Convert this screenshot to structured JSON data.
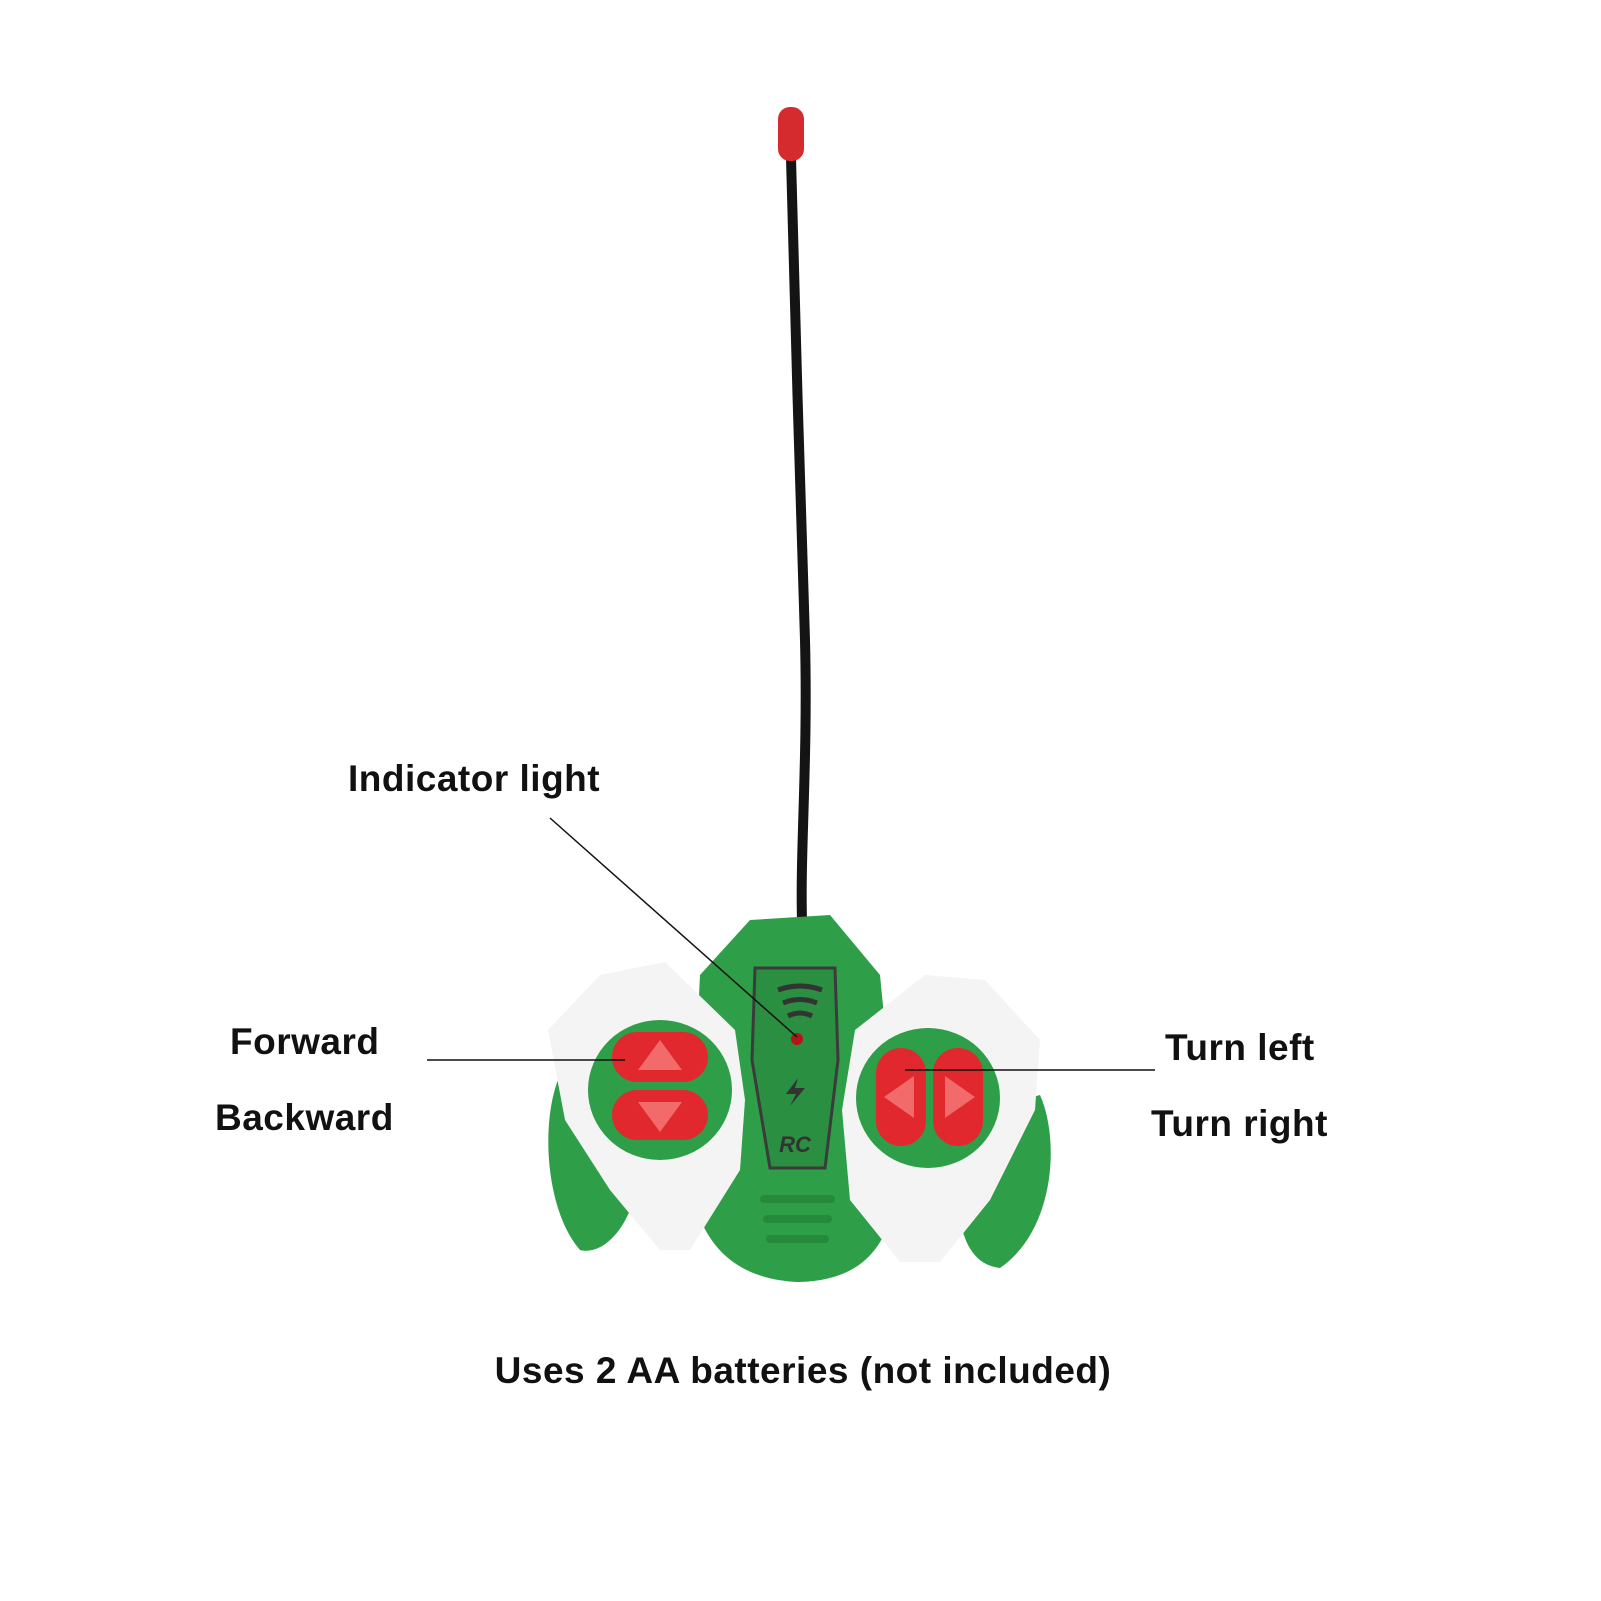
{
  "labels": {
    "indicator_light": "Indicator light",
    "forward": "Forward",
    "backward": "Backward",
    "turn_left": "Turn left",
    "turn_right": "Turn right",
    "batteries": "Uses 2 AA batteries (not included)"
  },
  "logo_text": "RC",
  "colors": {
    "body_green": "#2f9e48",
    "button_red": "#e0282e",
    "panel_white": "#f4f4f4",
    "antenna_tip": "#d62b2e",
    "wire": "#111111"
  }
}
